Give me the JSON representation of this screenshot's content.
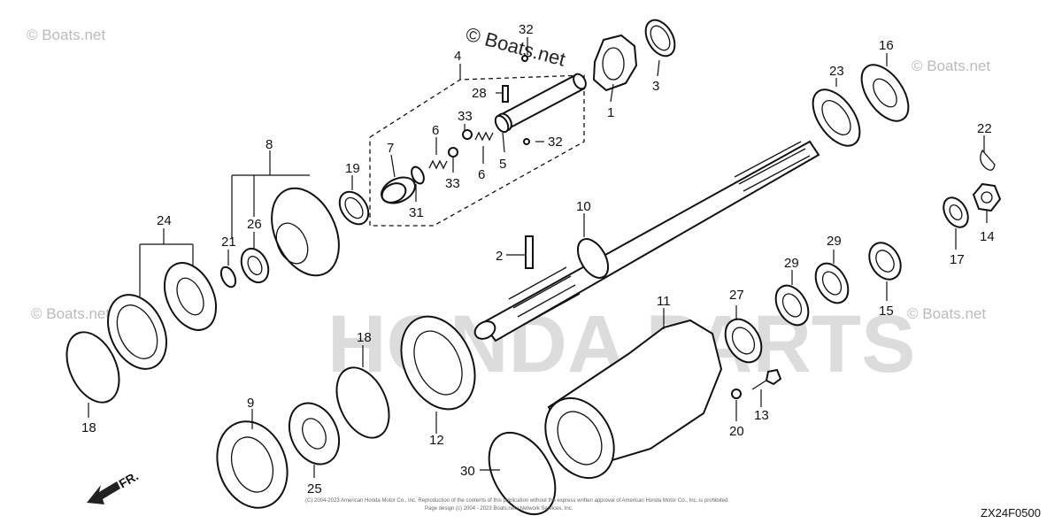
{
  "watermark": {
    "text": "© Boats.net",
    "background_text": "HONDA PARTS"
  },
  "diagram_code": "ZX24F0500",
  "direction_label": "FR.",
  "copyright_line_1": "(C) 2004-2023 American Honda Motor Co., Inc. Reproduction of the contents of this publication without the express written approval of American Honda Motor Co., Inc. is prohibited.",
  "copyright_line_2": "Page design (c) 2004 - 2023 Boats.net / Network Services, Inc.",
  "callouts": {
    "c1": "1",
    "c2": "2",
    "c3": "3",
    "c4": "4",
    "c5": "5",
    "c6a": "6",
    "c6b": "6",
    "c7": "7",
    "c8": "8",
    "c9": "9",
    "c10": "10",
    "c11": "11",
    "c12": "12",
    "c13": "13",
    "c14": "14",
    "c15": "15",
    "c16": "16",
    "c17": "17",
    "c18a": "18",
    "c18b": "18",
    "c19": "19",
    "c20": "20",
    "c21": "21",
    "c22": "22",
    "c23": "23",
    "c24": "24",
    "c25": "25",
    "c26": "26",
    "c27": "27",
    "c28": "28",
    "c29a": "29",
    "c29b": "29",
    "c30": "30",
    "c31": "31",
    "c32a": "32",
    "c32b": "32",
    "c33a": "33",
    "c33b": "33"
  }
}
